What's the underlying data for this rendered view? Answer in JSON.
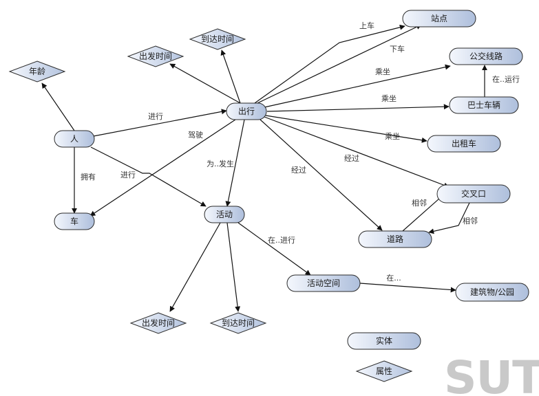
{
  "nodes": [
    {
      "id": "person",
      "shape": "entity",
      "label": "人"
    },
    {
      "id": "age",
      "shape": "attribute",
      "label": "年龄"
    },
    {
      "id": "car",
      "shape": "entity",
      "label": "车"
    },
    {
      "id": "trip",
      "shape": "entity",
      "label": "出行"
    },
    {
      "id": "trip-depart",
      "shape": "attribute",
      "label": "出发时间"
    },
    {
      "id": "trip-arrive",
      "shape": "attribute",
      "label": "到达时间"
    },
    {
      "id": "stop",
      "shape": "entity",
      "label": "站点"
    },
    {
      "id": "bus-route",
      "shape": "entity",
      "label": "公交线路"
    },
    {
      "id": "bus-vehicle",
      "shape": "entity",
      "label": "巴士车辆"
    },
    {
      "id": "taxi",
      "shape": "entity",
      "label": "出租车"
    },
    {
      "id": "intersection",
      "shape": "entity",
      "label": "交叉口"
    },
    {
      "id": "road",
      "shape": "entity",
      "label": "道路"
    },
    {
      "id": "activity",
      "shape": "entity",
      "label": "活动"
    },
    {
      "id": "act-depart",
      "shape": "attribute",
      "label": "出发时间"
    },
    {
      "id": "act-arrive",
      "shape": "attribute",
      "label": "到达时间"
    },
    {
      "id": "act-space",
      "shape": "entity",
      "label": "活动空间"
    },
    {
      "id": "building",
      "shape": "entity",
      "label": "建筑物/公园"
    },
    {
      "id": "legend-entity",
      "shape": "entity",
      "label": "实体"
    },
    {
      "id": "legend-attr",
      "shape": "attribute",
      "label": "属性"
    }
  ],
  "edges": [
    {
      "id": "person-age",
      "from": "person",
      "to": "age",
      "label": ""
    },
    {
      "id": "person-trip",
      "from": "person",
      "to": "trip",
      "label": "进行"
    },
    {
      "id": "person-car",
      "from": "person",
      "to": "car",
      "label": "拥有"
    },
    {
      "id": "person-activity",
      "from": "person",
      "to": "activity",
      "label": "进行"
    },
    {
      "id": "trip-car",
      "from": "trip",
      "to": "car",
      "label": "驾驶"
    },
    {
      "id": "trip-depart-e",
      "from": "trip",
      "to": "trip-depart",
      "label": ""
    },
    {
      "id": "trip-arrive-e",
      "from": "trip",
      "to": "trip-arrive",
      "label": ""
    },
    {
      "id": "trip-board",
      "from": "trip",
      "to": "stop",
      "label": "上车"
    },
    {
      "id": "trip-alight",
      "from": "trip",
      "to": "stop",
      "label": "下车"
    },
    {
      "id": "trip-route",
      "from": "trip",
      "to": "bus-route",
      "label": "乘坐"
    },
    {
      "id": "trip-bus",
      "from": "trip",
      "to": "bus-vehicle",
      "label": "乘坐"
    },
    {
      "id": "trip-taxi",
      "from": "trip",
      "to": "taxi",
      "label": "乘坐"
    },
    {
      "id": "trip-intersection",
      "from": "trip",
      "to": "intersection",
      "label": "经过"
    },
    {
      "id": "trip-road",
      "from": "trip",
      "to": "road",
      "label": "经过"
    },
    {
      "id": "trip-activity",
      "from": "trip",
      "to": "activity",
      "label": "为..发生"
    },
    {
      "id": "bus-on-route",
      "from": "bus-vehicle",
      "to": "bus-route",
      "label": "在..运行"
    },
    {
      "id": "road-intersection",
      "from": "road",
      "to": "intersection",
      "label": "相邻"
    },
    {
      "id": "intersection-road",
      "from": "intersection",
      "to": "road",
      "label": "相邻"
    },
    {
      "id": "activity-depart",
      "from": "activity",
      "to": "act-depart",
      "label": ""
    },
    {
      "id": "activity-arrive",
      "from": "activity",
      "to": "act-arrive",
      "label": ""
    },
    {
      "id": "activity-space",
      "from": "activity",
      "to": "act-space",
      "label": "在..进行"
    },
    {
      "id": "space-building",
      "from": "act-space",
      "to": "building",
      "label": "在..."
    }
  ],
  "watermark": "SUTPC",
  "colors": {
    "entity_fill_light": "#eef2fa",
    "entity_fill_dark": "#b3c3de",
    "attribute_fill_light": "#eef2fa",
    "attribute_fill_dark": "#b8c7e0",
    "stroke": "#2b2b2b",
    "watermark": "#c9c9c9"
  }
}
